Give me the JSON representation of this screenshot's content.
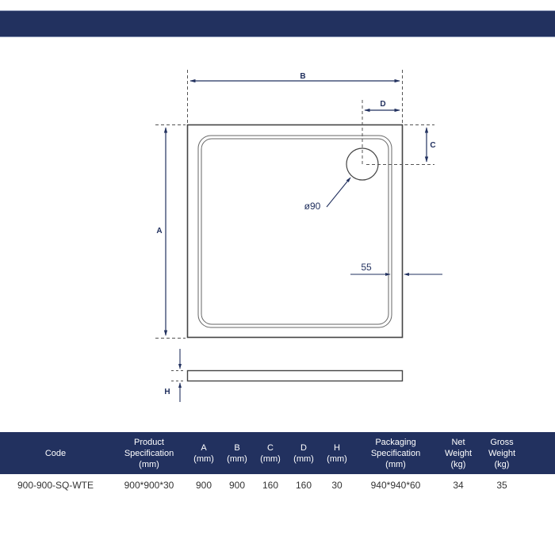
{
  "header_bar": {
    "color": "#22315f"
  },
  "drawing": {
    "labels": {
      "a": "A",
      "b": "B",
      "c": "C",
      "d": "D",
      "h": "H",
      "drain_diameter": "ø90",
      "rim_width": "55"
    },
    "colors": {
      "dimension": "#22315f",
      "outline": "#444444"
    }
  },
  "spec_table": {
    "columns": [
      {
        "key": "code",
        "lines": [
          "Code"
        ]
      },
      {
        "key": "product_spec",
        "lines": [
          "Product",
          "Specification",
          "(mm)"
        ]
      },
      {
        "key": "a",
        "lines": [
          "A",
          "(mm)"
        ]
      },
      {
        "key": "b",
        "lines": [
          "B",
          "(mm)"
        ]
      },
      {
        "key": "c",
        "lines": [
          "C",
          "(mm)"
        ]
      },
      {
        "key": "d",
        "lines": [
          "D",
          "(mm)"
        ]
      },
      {
        "key": "h",
        "lines": [
          "H",
          "(mm)"
        ]
      },
      {
        "key": "packaging_spec",
        "lines": [
          "Packaging",
          "Specification",
          "(mm)"
        ]
      },
      {
        "key": "net_weight",
        "lines": [
          "Net",
          "Weight",
          "(kg)"
        ]
      },
      {
        "key": "gross_weight",
        "lines": [
          "Gross",
          "Weight",
          "(kg)"
        ]
      }
    ],
    "rows": [
      {
        "code": "900-900-SQ-WTE",
        "product_spec": "900*900*30",
        "a": "900",
        "b": "900",
        "c": "160",
        "d": "160",
        "h": "30",
        "packaging_spec": "940*940*60",
        "net_weight": "34",
        "gross_weight": "35"
      }
    ]
  }
}
